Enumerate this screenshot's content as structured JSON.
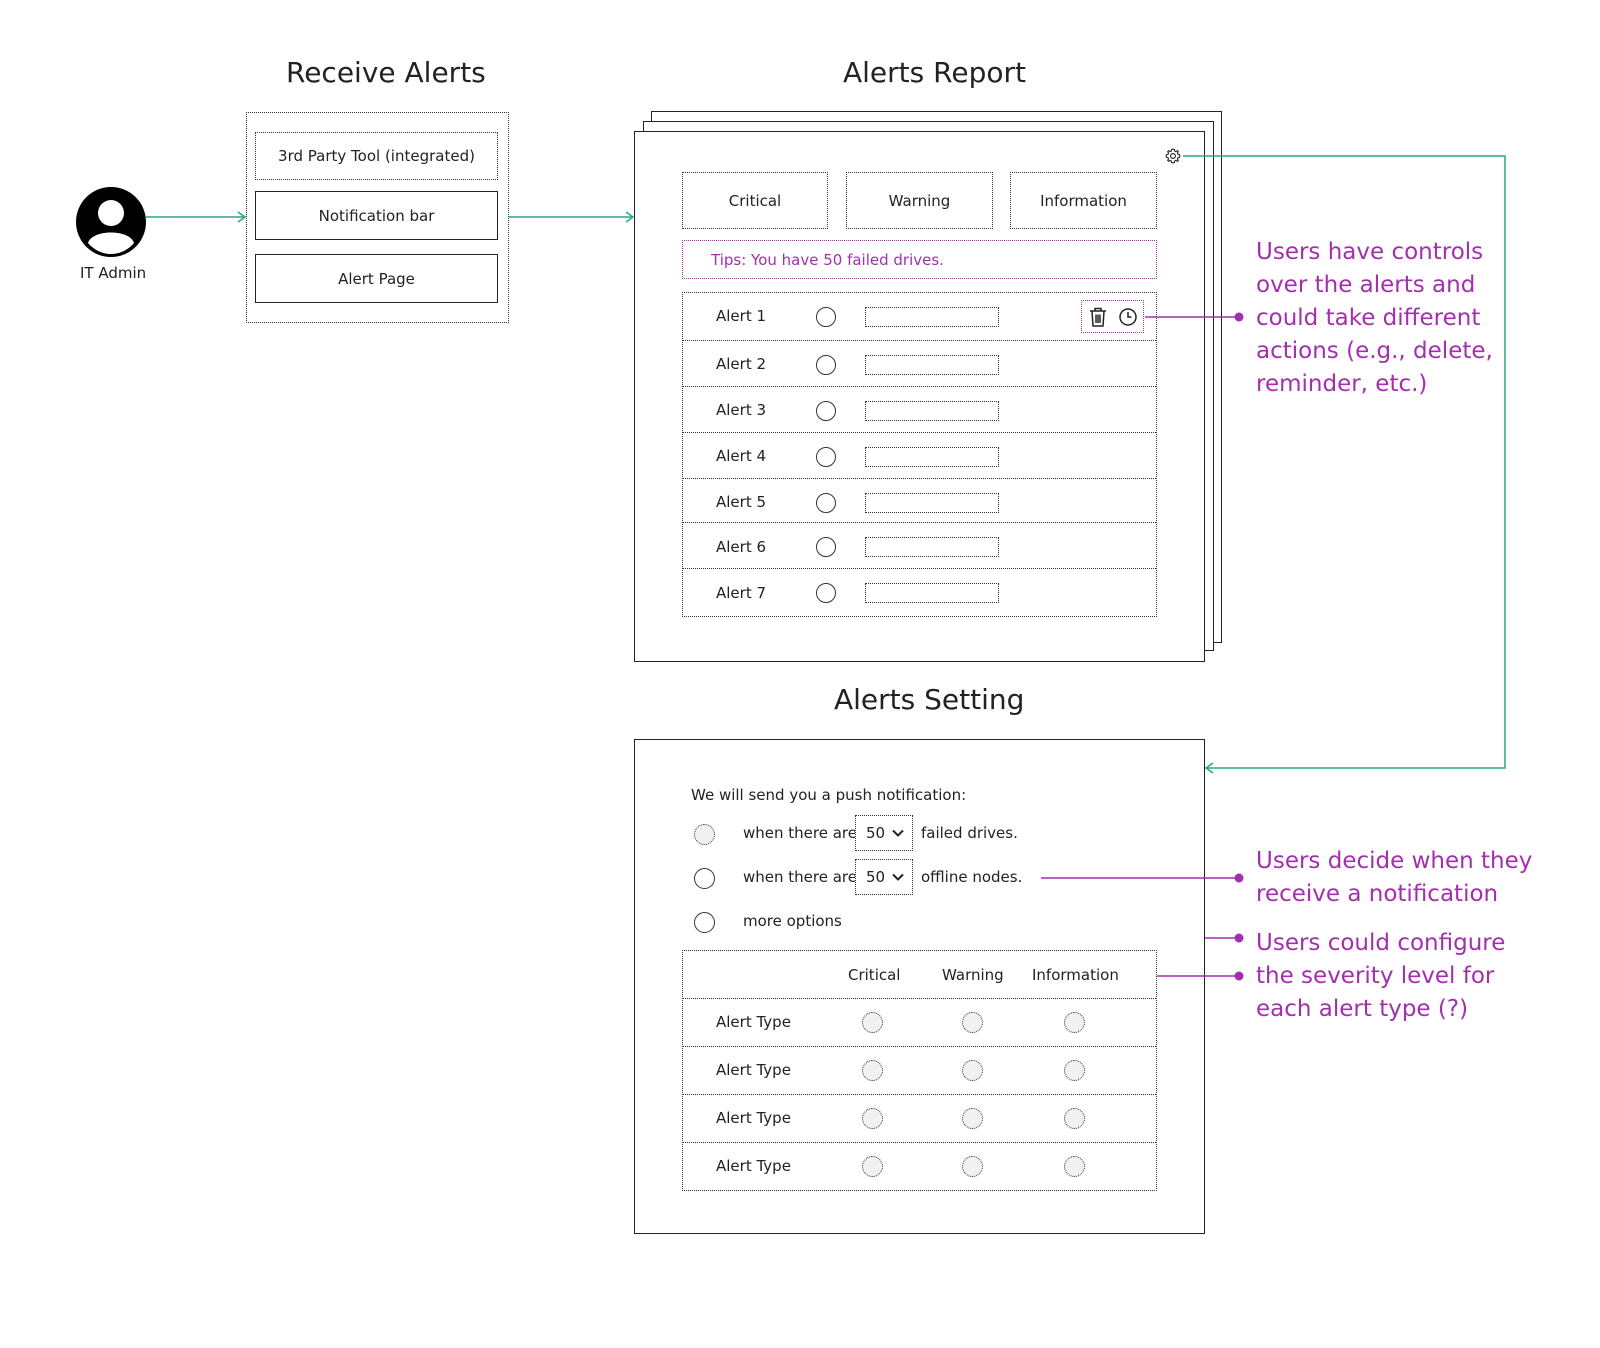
{
  "titles": {
    "receive": "Receive Alerts",
    "report": "Alerts Report",
    "setting": "Alerts Setting"
  },
  "actor": {
    "label": "IT Admin",
    "icon": "user-avatar-icon"
  },
  "receive_items": [
    "3rd Party Tool (integrated)",
    "Notification bar",
    "Alert Page"
  ],
  "report": {
    "tabs": [
      "Critical",
      "Warning",
      "Information"
    ],
    "tip": "Tips: You have 50 failed drives.",
    "alerts": [
      "Alert 1",
      "Alert 2",
      "Alert 3",
      "Alert 4",
      "Alert 5",
      "Alert 6",
      "Alert 7"
    ],
    "icons": {
      "settings": "gear-icon",
      "delete": "trash-icon",
      "reminder": "clock-icon"
    }
  },
  "setting": {
    "intro": "We will send you a push notification:",
    "options": [
      {
        "prefix": "when there are",
        "value": "50",
        "suffix": "failed drives."
      },
      {
        "prefix": "when there are",
        "value": "50",
        "suffix": "offline nodes."
      },
      {
        "prefix": "more options"
      }
    ],
    "columns": [
      "Critical",
      "Warning",
      "Information"
    ],
    "rows": [
      "Alert Type",
      "Alert Type",
      "Alert Type",
      "Alert Type"
    ]
  },
  "notes": {
    "controls": [
      "Users have controls",
      "over the alerts and",
      "could take different",
      "actions (e.g., delete,",
      "reminder, etc.)"
    ],
    "decide": [
      "Users decide when they",
      "receive a notification"
    ],
    "configure": [
      "Users could configure",
      "the severity level for",
      "each alert type (?)"
    ]
  },
  "colors": {
    "connector": "#2aa58c",
    "annotation": "#a32fae",
    "ink": "#222222"
  }
}
